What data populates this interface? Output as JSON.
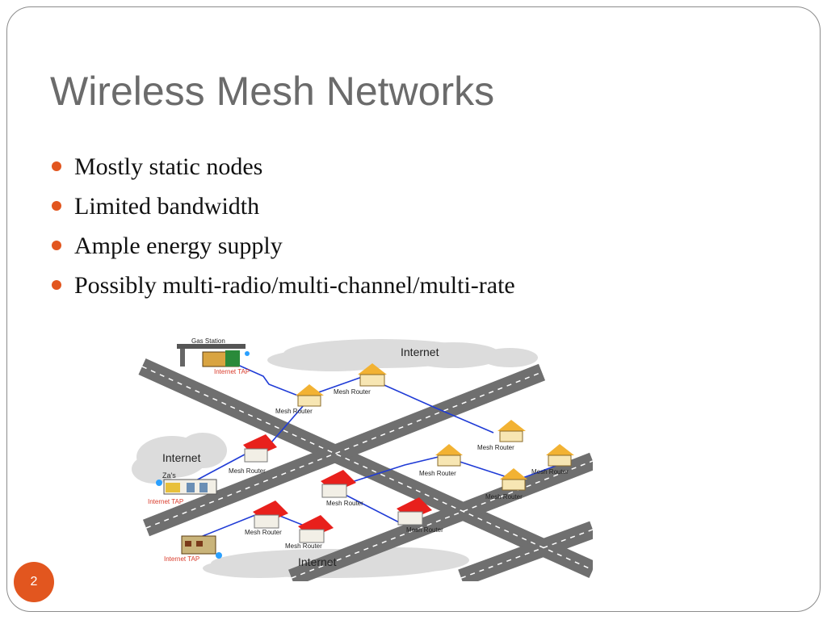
{
  "slide": {
    "title": "Wireless Mesh Networks",
    "bullets": [
      "Mostly static nodes",
      "Limited bandwidth",
      "Ample energy supply",
      "Possibly multi-radio/multi-channel/multi-rate"
    ],
    "slide_number": "2",
    "accent_color": "#e2561f"
  },
  "diagram": {
    "labels": {
      "gas_station": "Gas Station",
      "internet_top": "Internet",
      "internet_left": "Internet",
      "internet_bottom": "Internet",
      "internet_tap_top": "Internet TAP",
      "internet_tap_left": "Internet TAP",
      "internet_tap_bottom": "Internet TAP",
      "zas": "Za's",
      "mesh_router": "Mesh Router"
    },
    "colors": {
      "road": "#6f6f6f",
      "cloud": "#d9d9d9",
      "link": "#1f3bd6",
      "roof_red": "#e8201c",
      "roof_yellow": "#f2b233",
      "tap_label": "#d93a2a"
    }
  }
}
